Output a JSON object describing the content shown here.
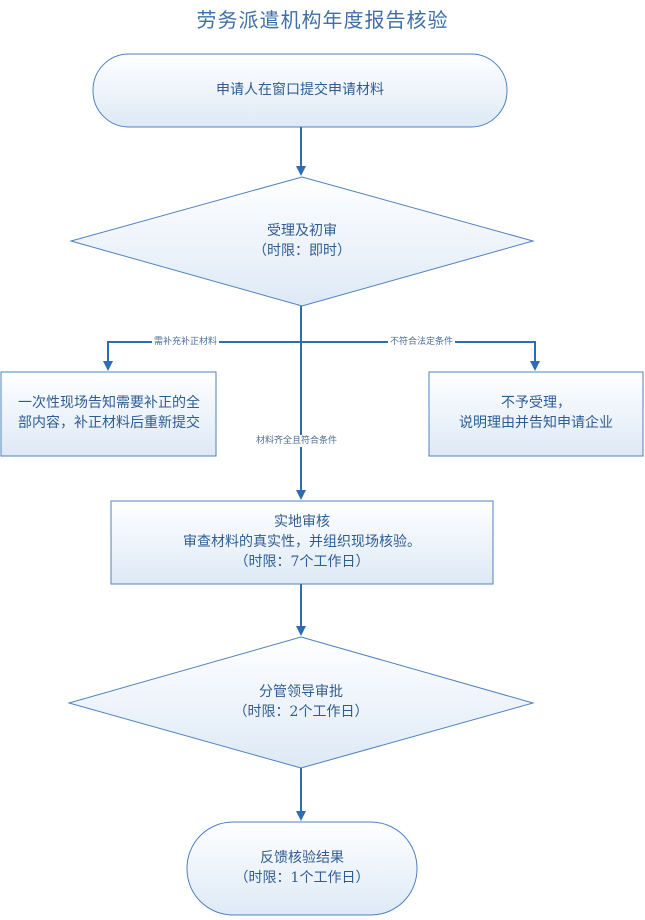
{
  "title": "劳务派遣机构年度报告核验",
  "nodes": {
    "start": "申请人在窗口提交申请材料",
    "review1": [
      "受理及初审",
      "（时限：即时）"
    ],
    "supplement": [
      "一次性现场告知需要补正的全",
      "部内容，补正材料后重新提交"
    ],
    "reject": [
      "不予受理，",
      "说明理由并告知申请企业"
    ],
    "inspect": [
      "实地审核",
      "审查材料的真实性，并组织现场核验。",
      "（时限：7个工作日）"
    ],
    "approve": [
      "分管领导审批",
      "（时限：2个工作日）"
    ],
    "result": [
      "反馈核验结果",
      "（时限：1个工作日）"
    ]
  },
  "edges": {
    "need_supplement": "需补充补正材料",
    "not_qualified": "不符合法定条件",
    "qualified": "材料齐全且符合条件"
  },
  "colors": {
    "stroke": "#4f81bd",
    "fill_top": "#ffffff",
    "fill_bottom": "#dce8f5",
    "arrow": "#2f6db2",
    "text": "#2e5d94"
  }
}
